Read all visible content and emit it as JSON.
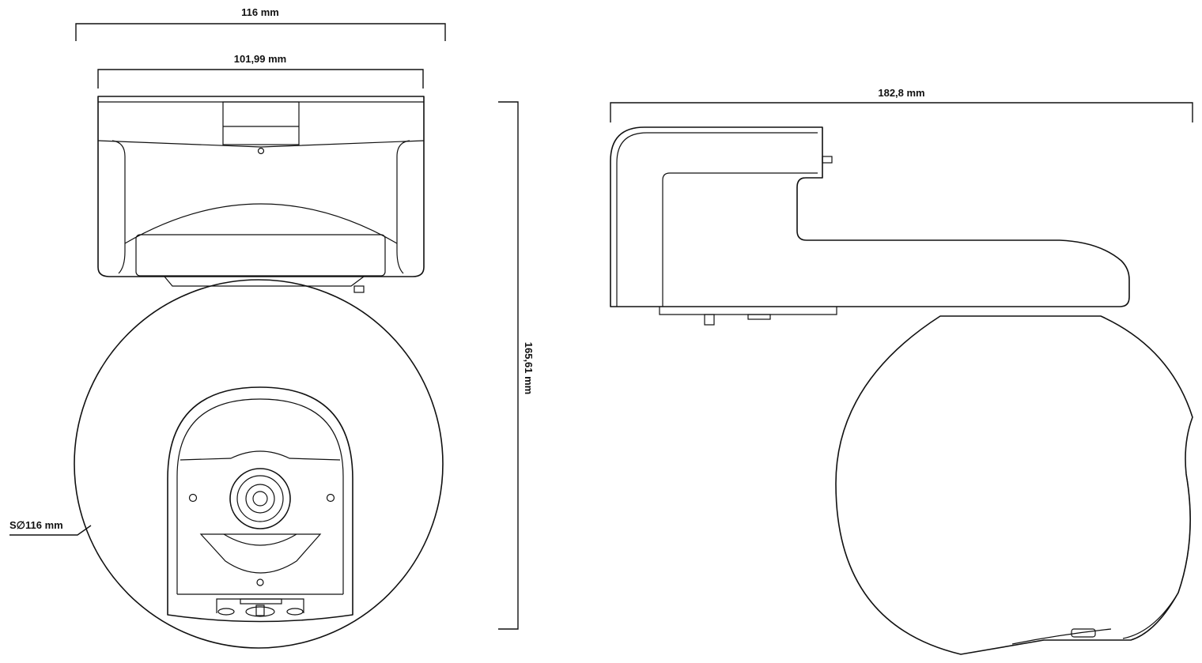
{
  "dimensions": {
    "overall_width": "116 mm",
    "mount_width": "101,99 mm",
    "height": "165,61 mm",
    "depth": "182,8 mm",
    "sphere_diameter": "S∅116 mm"
  },
  "colors": {
    "line": "#111111",
    "background": "#ffffff"
  }
}
